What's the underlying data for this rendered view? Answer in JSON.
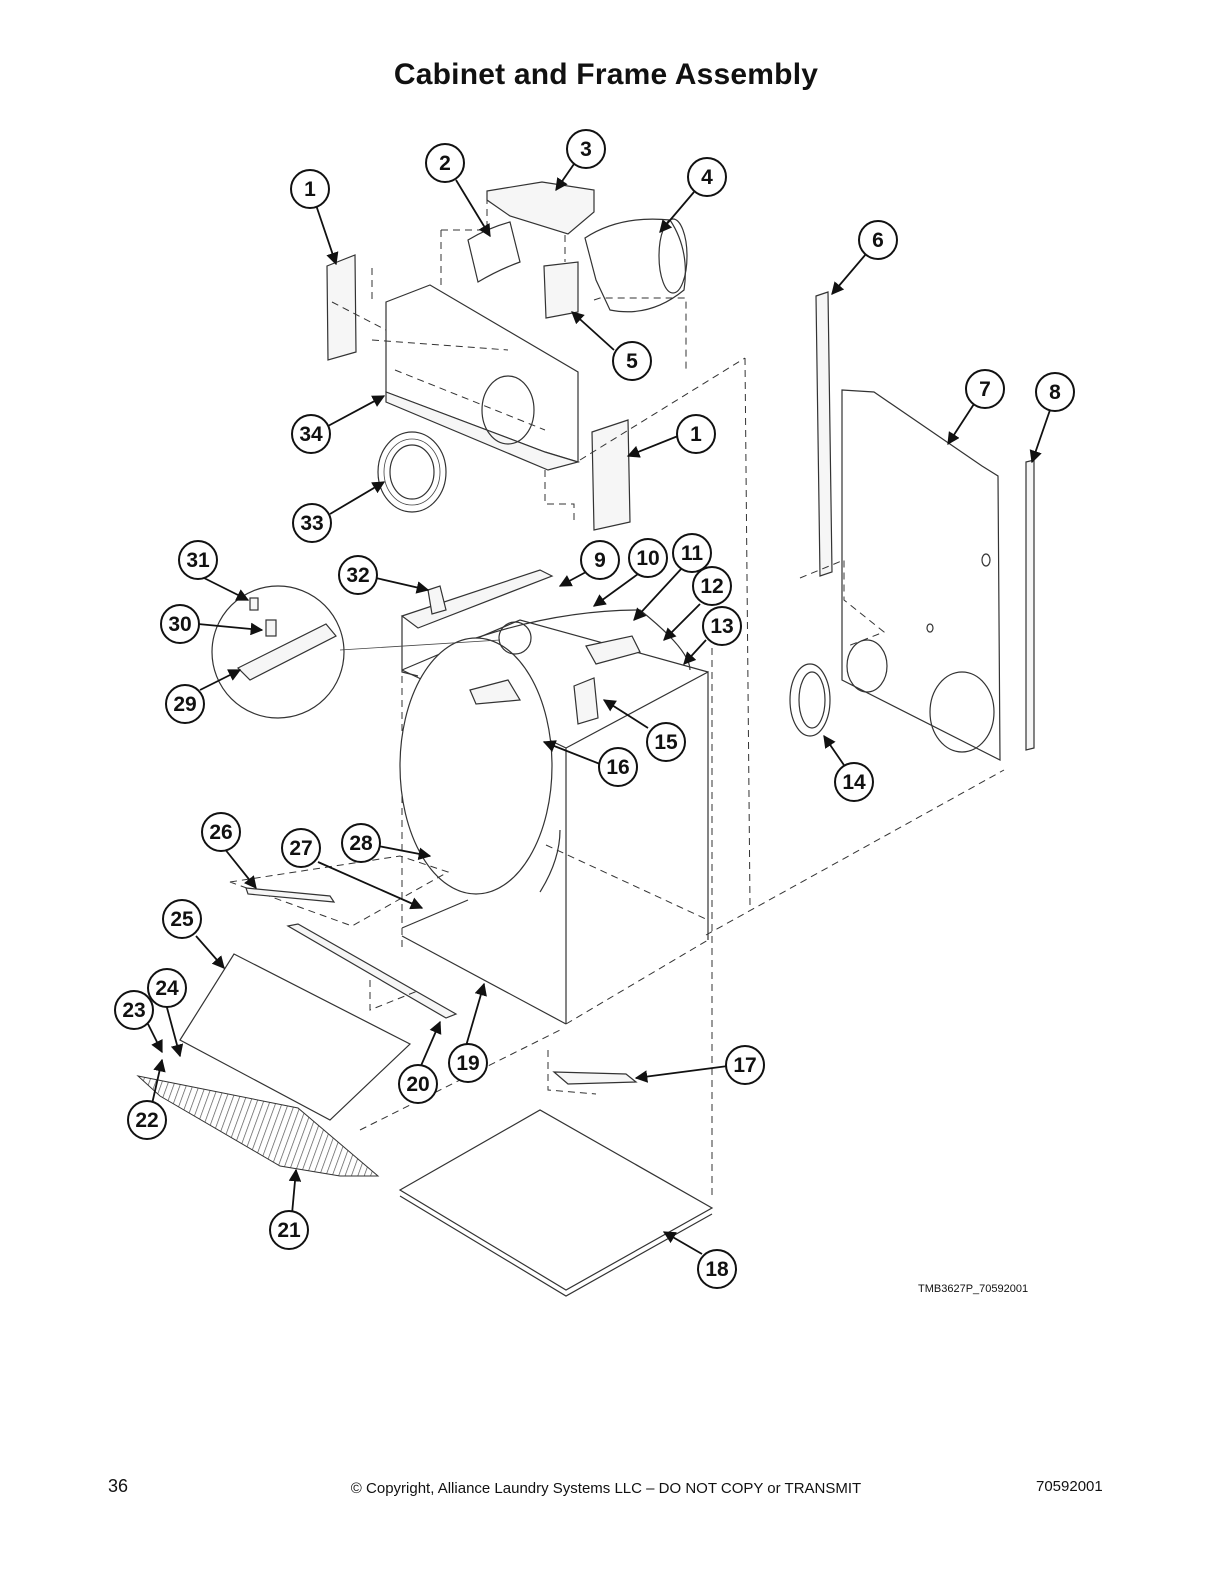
{
  "title": "Cabinet and Frame Assembly",
  "callouts": [
    "1",
    "2",
    "3",
    "4",
    "5",
    "6",
    "7",
    "8",
    "9",
    "10",
    "11",
    "12",
    "13",
    "14",
    "15",
    "16",
    "17",
    "18",
    "19",
    "20",
    "21",
    "22",
    "23",
    "24",
    "25",
    "26",
    "27",
    "28",
    "29",
    "30",
    "31",
    "32",
    "33",
    "34"
  ],
  "drawing_code": "TMB3627P_70592001",
  "footer": {
    "page_number": "36",
    "copyright": "© Copyright, Alliance Laundry Systems LLC – DO NOT COPY or TRANSMIT",
    "doc_number": "70592001"
  }
}
